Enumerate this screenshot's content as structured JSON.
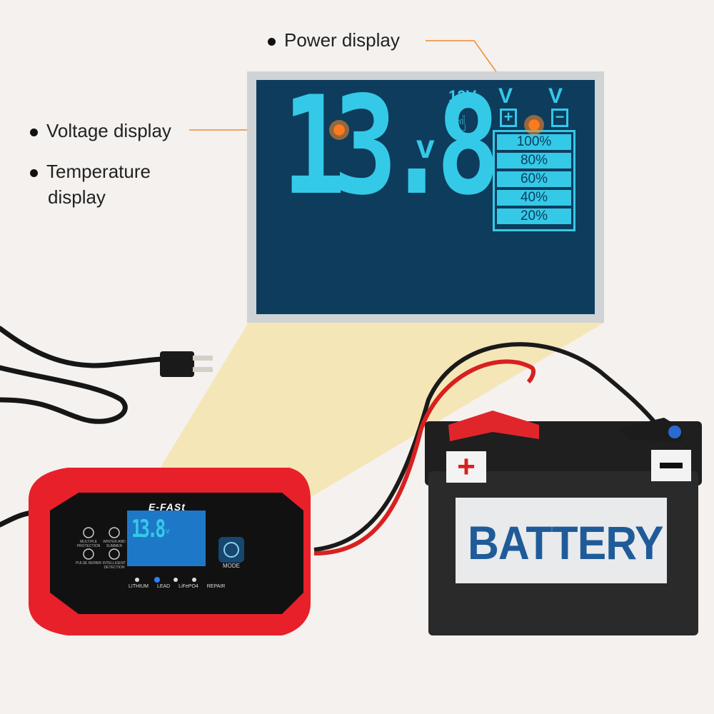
{
  "callouts": {
    "power": "Power display",
    "voltage": "Voltage display",
    "temperature_line1": "Temperature",
    "temperature_line2": "display"
  },
  "lcd": {
    "reading": "13.8",
    "unit": "v",
    "system_voltage": "12V",
    "positive_symbol": "+",
    "negative_symbol": "−",
    "levels": [
      "100%",
      "80%",
      "60%",
      "40%",
      "20%"
    ]
  },
  "charger": {
    "brand": "E-FASt",
    "reading": "13.8",
    "unit": "v",
    "mode_button_label": "MODE",
    "mode_labels": "LITHIUM LEAD LiFePO4 REPAIR",
    "feature_labels": [
      "MULTIPLE PROTECTION",
      "WINTER AND SUMMER",
      "PULSE REPAIR",
      "INTELLIGENT DETECTION"
    ]
  },
  "battery": {
    "label": "BATTERY",
    "positive_mark": "+",
    "negative_mark": "−"
  },
  "colors": {
    "lcd_background": "#0e3c5c",
    "lcd_segment": "#35c9e8",
    "charger_red": "#e8202a",
    "battery_label": "#1f5b99",
    "callout_line": "#f08a2a"
  }
}
